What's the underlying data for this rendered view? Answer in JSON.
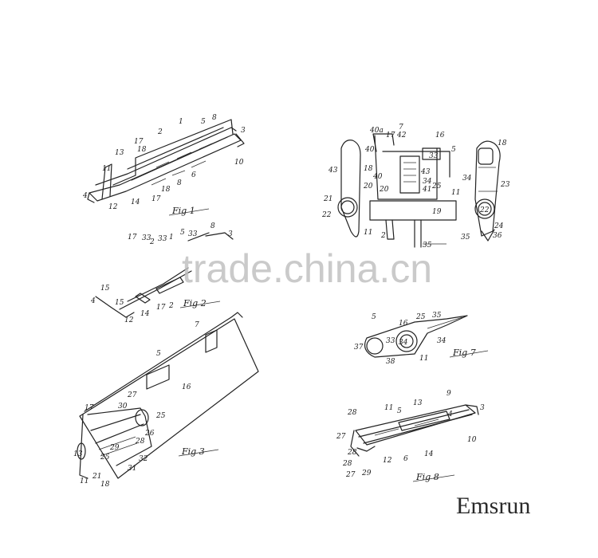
{
  "figures": {
    "fig1": {
      "caption": "Fig 1",
      "labels": [
        "17",
        "2",
        "1",
        "5",
        "8",
        "3",
        "13",
        "18",
        "11",
        "10",
        "6",
        "8",
        "4",
        "12",
        "14",
        "18",
        "17"
      ]
    },
    "fig2": {
      "caption": "Fig 2",
      "labels": [
        "17",
        "33",
        "2",
        "33",
        "1",
        "5",
        "33",
        "8",
        "3",
        "15",
        "4",
        "14",
        "17",
        "12",
        "2",
        "15"
      ]
    },
    "fig3": {
      "caption": "Fig 3",
      "labels": [
        "7",
        "5",
        "16",
        "27",
        "30",
        "17",
        "25",
        "26",
        "29",
        "28",
        "32",
        "31",
        "25",
        "13",
        "11",
        "21",
        "18"
      ]
    },
    "fig4": {
      "labels": [
        "7",
        "40a",
        "42",
        "17",
        "16",
        "33",
        "5",
        "40",
        "43",
        "18",
        "40",
        "43",
        "34",
        "41",
        "25",
        "21",
        "20",
        "11",
        "22",
        "19",
        "11",
        "2",
        "35",
        "20"
      ]
    },
    "fig5": {
      "labels": [
        "18",
        "34",
        "23",
        "22",
        "24",
        "35",
        "36"
      ]
    },
    "fig7": {
      "caption": "Fig 7",
      "labels": [
        "5",
        "25",
        "16",
        "35",
        "37",
        "33",
        "34",
        "34",
        "38",
        "11"
      ]
    },
    "fig8": {
      "caption": "Fig 8",
      "labels": [
        "11",
        "5",
        "13",
        "9",
        "28",
        "4",
        "3",
        "27",
        "28",
        "14",
        "10",
        "28",
        "12",
        "6",
        "27",
        "29"
      ]
    }
  },
  "watermark": "trade.china.cn",
  "brand": "Emsrun"
}
